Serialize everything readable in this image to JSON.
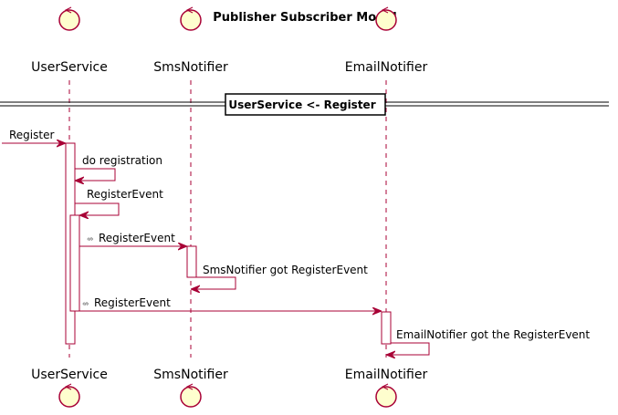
{
  "diagram": {
    "title": "Publisher Subscriber Model",
    "participants": [
      {
        "id": "user",
        "name": "UserService"
      },
      {
        "id": "sms",
        "name": "SmsNotifier"
      },
      {
        "id": "email",
        "name": "EmailNotifier"
      }
    ],
    "divider": "UserService <- Register",
    "messages": [
      {
        "label": "Register"
      },
      {
        "label": "do registration"
      },
      {
        "label": "RegisterEvent"
      },
      {
        "label": "RegisterEvent",
        "glyph": "⇎"
      },
      {
        "label": "SmsNotifier got RegisterEvent"
      },
      {
        "label": "RegisterEvent",
        "glyph": "⇎"
      },
      {
        "label": "EmailNotifier got the RegisterEvent"
      }
    ]
  },
  "colors": {
    "line": "#A80036",
    "participant_fill": "#FEFECE"
  },
  "icons": {
    "participant": "control-icon"
  }
}
